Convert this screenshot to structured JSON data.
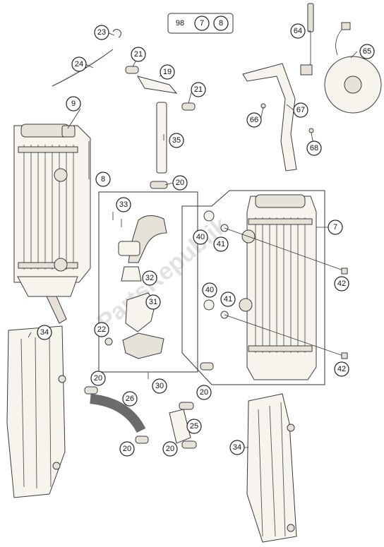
{
  "watermark": "PartsRepublik",
  "kit_box": {
    "label": "98",
    "items": [
      "7",
      "8"
    ]
  },
  "callouts": {
    "c23": "23",
    "c24": "24",
    "c21a": "21",
    "c19": "19",
    "c21b": "21",
    "c9": "9",
    "c35": "35",
    "c8": "8",
    "c20a": "20",
    "c33": "33",
    "c32": "32",
    "c31": "31",
    "c22": "22",
    "c30": "30",
    "c34a": "34",
    "c64": "64",
    "c65": "65",
    "c66": "66",
    "c67": "67",
    "c68": "68",
    "c7": "7",
    "c40a": "40",
    "c41a": "41",
    "c42a": "42",
    "c40b": "40",
    "c41b": "41",
    "c42b": "42",
    "c20b": "20",
    "c26": "26",
    "c20c": "20",
    "c20d": "20",
    "c25": "25",
    "c20e": "20",
    "c34b": "34"
  }
}
